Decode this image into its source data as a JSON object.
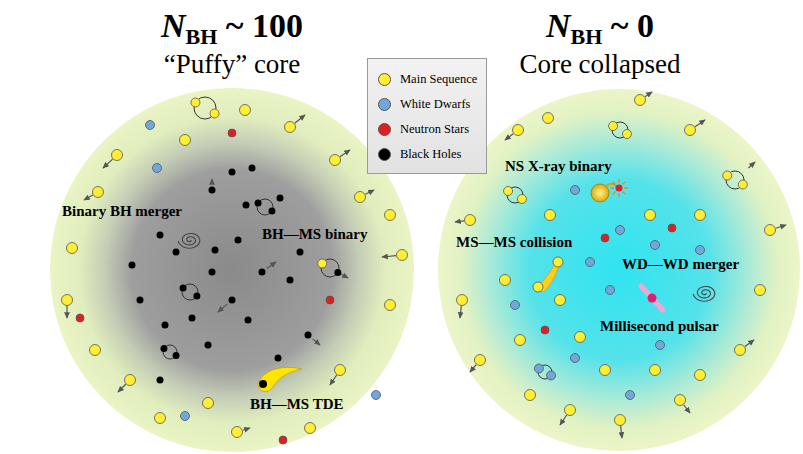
{
  "diagram": {
    "nodes": [
      {
        "text": [
          "N",
          "BH",
          "~ 100",
          "“Puffy” core"
        ]
      },
      {
        "text": [
          "N",
          "BH",
          "~ 0",
          "Core collapsed"
        ]
      }
    ],
    "labels": [
      "Binary BH merger",
      "BH—MS binary",
      "BH—MS TDE",
      "NS X-ray binary",
      "MS—MS collision",
      "WD—WD merger",
      "Millisecond pulsar"
    ],
    "legend": [
      {
        "text": "Main Sequence",
        "color": "#ffee33"
      },
      {
        "text": "White Dwarfs",
        "color": "#6fa8dc"
      },
      {
        "text": "Neutron Stars",
        "color": "#e02020"
      },
      {
        "text": "Black Holes",
        "color": "#000000"
      }
    ]
  }
}
